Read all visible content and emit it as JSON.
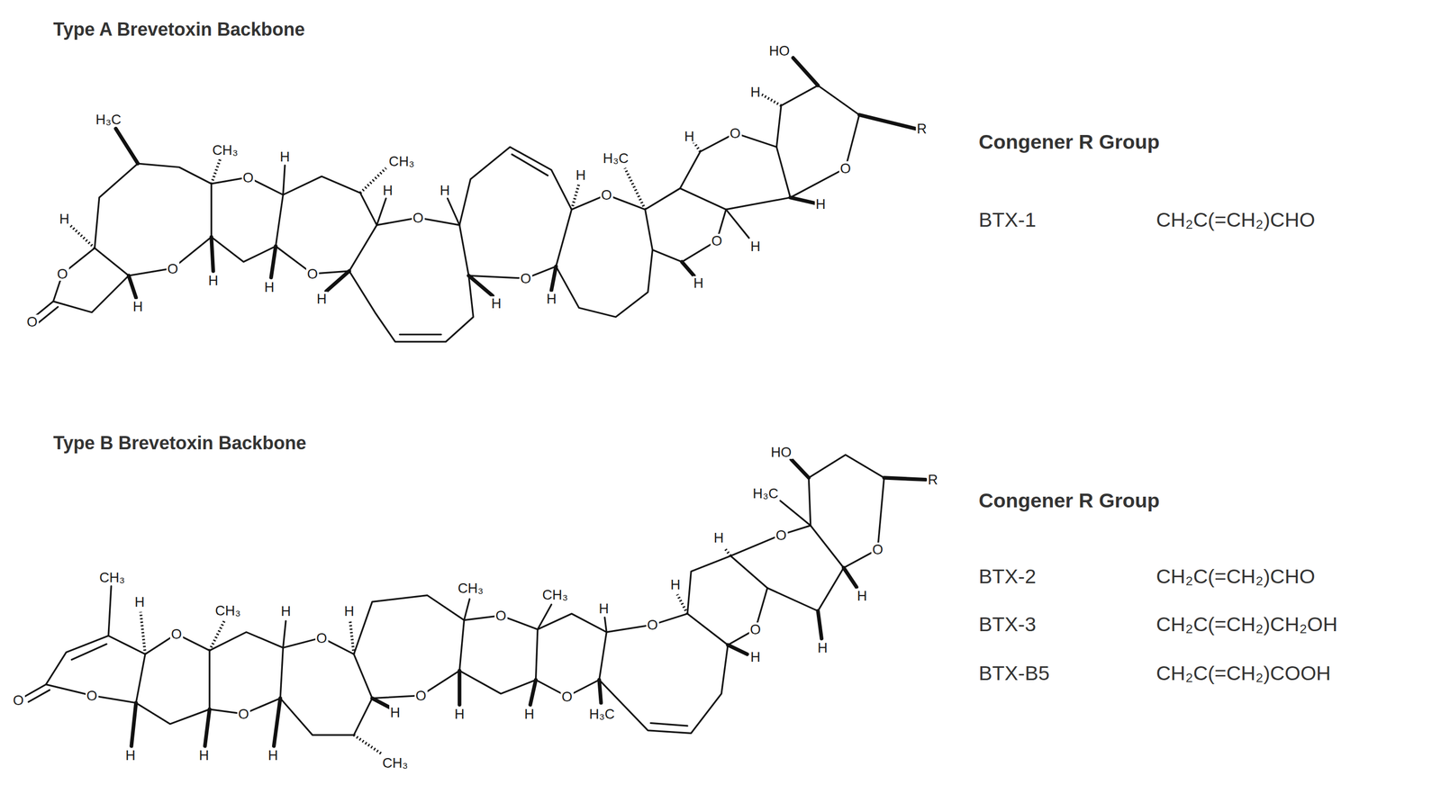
{
  "diagram": {
    "labels": [
      "Type A Brevetoxin Backbone",
      "H₃C",
      "CH₃",
      "O",
      "H",
      "CH₃",
      "H",
      "H",
      "H",
      "H₃C",
      "O",
      "H",
      "O",
      "H",
      "HO",
      "R",
      "O",
      "H",
      "H",
      "O",
      "O",
      "H",
      "O",
      "H",
      "H",
      "O",
      "H",
      "O",
      "H",
      "O",
      "H",
      "O",
      "H",
      "H",
      "Congener R Group",
      "BTX-1",
      "CH₂C(=CH₂)CHO",
      "Type B Brevetoxin Backbone",
      "HO",
      "R",
      "H₃C",
      "O",
      "H",
      "O",
      "H",
      "H",
      "O",
      "H",
      "H",
      "CH₃",
      "H",
      "O",
      "CH₃",
      "H",
      "O",
      "H",
      "CH₃",
      "O",
      "CH₃",
      "H",
      "O",
      "O",
      "O",
      "H",
      "H",
      "O",
      "H",
      "H",
      "O",
      "CH₃",
      "H",
      "H",
      "O",
      "H₃C",
      "Congener R Group",
      "BTX-2",
      "CH₂C(=CH₂)CHO",
      "BTX-3",
      "CH₂C(=CH₂)CH₂OH",
      "BTX-B5",
      "CH₂C(=CH₂)COOH"
    ]
  }
}
